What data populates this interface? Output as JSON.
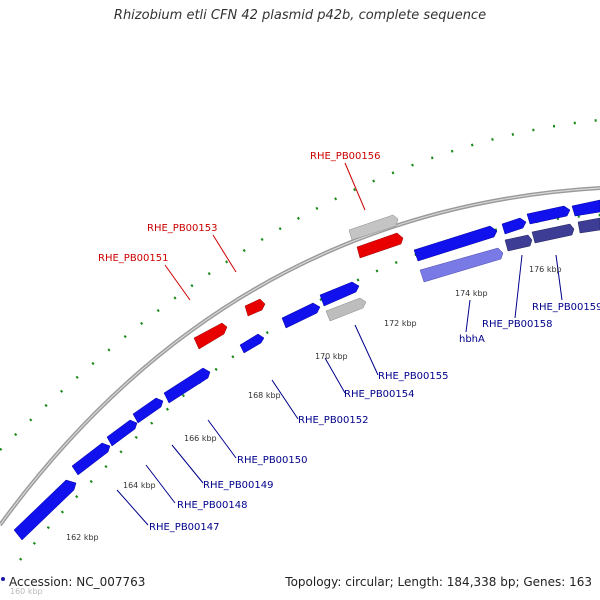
{
  "title": "Rhizobium etli CFN 42 plasmid p42b, complete sequence",
  "footer": {
    "accession": "Accession: NC_007763",
    "topology": "Topology: circular; Length: 184,338 bp; Genes: 163"
  },
  "colors": {
    "backbone": "#8a8a8a",
    "gene_forward": "#0000ee",
    "gene_reverse_highlight": "#e00000",
    "pseudo_gray": "#b8b8b8",
    "light_purple": "#7878e0",
    "dark_purple": "#3c3c90",
    "label_red": "#cc0000",
    "label_blue": "#00008b",
    "tick_green": "#007700"
  },
  "tick_labels": [
    "160 kbp",
    "162 kbp",
    "164 kbp",
    "166 kbp",
    "168 kbp",
    "170 kbp",
    "172 kbp",
    "174 kbp",
    "176 kbp"
  ],
  "gene_labels_red": [
    "RHE_PB00151",
    "RHE_PB00153",
    "RHE_PB00156"
  ],
  "gene_labels_blue": [
    "RHE_PB00147",
    "RHE_PB00148",
    "RHE_PB00149",
    "RHE_PB00150",
    "RHE_PB00152",
    "RHE_PB00154",
    "RHE_PB00155",
    "hbhA",
    "RHE_PB00158",
    "RHE_PB00159"
  ]
}
